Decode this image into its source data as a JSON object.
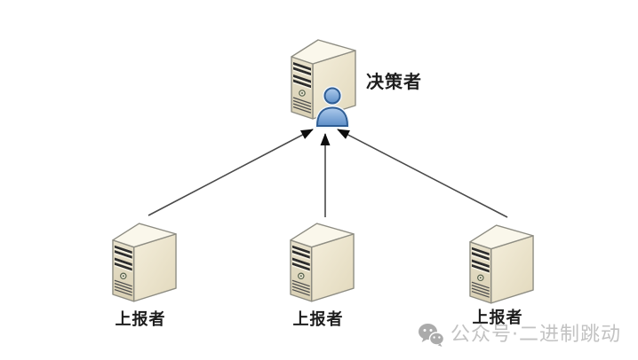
{
  "diagram": {
    "type": "hierarchy-topology",
    "nodes": {
      "decision_maker": {
        "label": "决策者",
        "icon": "server-tower-icon",
        "badge": "person-icon"
      },
      "reporter_1": {
        "label": "上报者",
        "icon": "server-tower-icon"
      },
      "reporter_2": {
        "label": "上报者",
        "icon": "server-tower-icon"
      },
      "reporter_3": {
        "label": "上报者",
        "icon": "server-tower-icon"
      }
    },
    "edges": [
      {
        "from": "reporter_1",
        "to": "decision_maker",
        "style": "arrow-up"
      },
      {
        "from": "reporter_2",
        "to": "decision_maker",
        "style": "arrow-up"
      },
      {
        "from": "reporter_3",
        "to": "decision_maker",
        "style": "arrow-up"
      }
    ],
    "colors": {
      "server_body": "#efe8d3",
      "server_top": "#faf7eb",
      "server_outline": "#8e8d83",
      "slot_dark": "#2c2c2c",
      "person_blue": "#6f9fd8",
      "person_outline": "#2e5d94",
      "edge_line": "#4a4a4a",
      "arrowhead": "#0d0d0d",
      "label_text": "#1d1d1d",
      "watermark_gray": "#b3b3b3",
      "background": "#ffffff"
    }
  },
  "watermark": {
    "icon": "wechat-icon",
    "text": "公众号·二进制跳动"
  }
}
